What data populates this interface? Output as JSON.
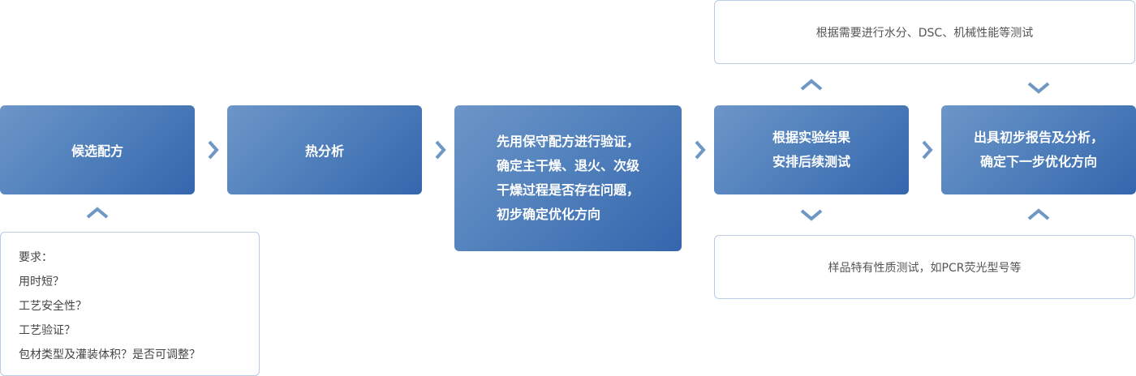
{
  "steps": {
    "s1": "候选配方",
    "s2": "热分析",
    "s3": [
      "先用保守配方进行验证，",
      "确定主干燥、退火、次级",
      "干燥过程是否存在问题，",
      "初步确定优化方向"
    ],
    "s4": [
      "根据实验结果",
      "安排后续测试"
    ],
    "s5": [
      "出具初步报告及分析，",
      "确定下一步优化方向"
    ]
  },
  "notes": {
    "top": "根据需要进行水分、DSC、机械性能等测试",
    "bottom": "样品特有性质测试，如PCR荧光型号等",
    "requirements": [
      "要求：",
      "用时短？",
      "工艺安全性？",
      "工艺验证？",
      "包材类型及灌装体积？是否可调整？"
    ]
  },
  "colors": {
    "box_blue_start": "#6d96c8",
    "box_blue_end": "#3566ad",
    "arrow": "#6f97c4",
    "outline": "#b9cce3"
  }
}
